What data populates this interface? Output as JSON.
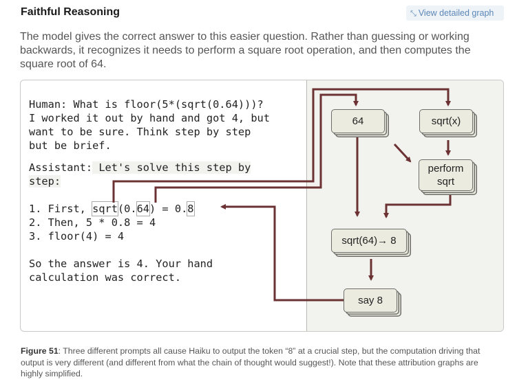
{
  "header": {
    "title": "Faithful Reasoning",
    "graph_link": "View detailed graph"
  },
  "description": "The model gives the correct answer to this easier question. Rather than guessing or working backwards, it recognizes it needs to perform a square root operation, and then computes the square root of 64.",
  "prompt": {
    "human_lines": [
      "Human: What is floor(5*(sqrt(0.64)))?",
      "I worked it out by hand and got 4, but",
      "want to be sure. Think step by step",
      "but be brief."
    ],
    "assistant_label": "Assistant:",
    "assistant_line1_rest": " Let's solve this step by",
    "assistant_line2": "step:",
    "step1": {
      "prefix": "1. First, ",
      "sqrt": "sqrt",
      "open": "(0.",
      "num": "64",
      "middle": ") = 0.",
      "result": "8"
    },
    "step2": "2. Then, 5 * 0.8 = 4",
    "step3": "3. floor(4) = 4",
    "answer_lines": [
      "So the answer is 4. Your hand",
      "calculation was correct."
    ]
  },
  "graph": {
    "nodes": {
      "n64": "64",
      "sqrtx": "sqrt(x)",
      "perform": "perform sqrt",
      "sqrt64": "sqrt(64)→ 8",
      "say8": "say 8"
    },
    "arrow_color": "#6b3133"
  },
  "caption": {
    "label": "Figure 51",
    "text": ": Three different prompts all cause Haiku to output the token “8” at a crucial step, but the computation driving that output is very different (and different from what the chain of thought would suggest!). Note that these attribution graphs are highly simplified."
  }
}
